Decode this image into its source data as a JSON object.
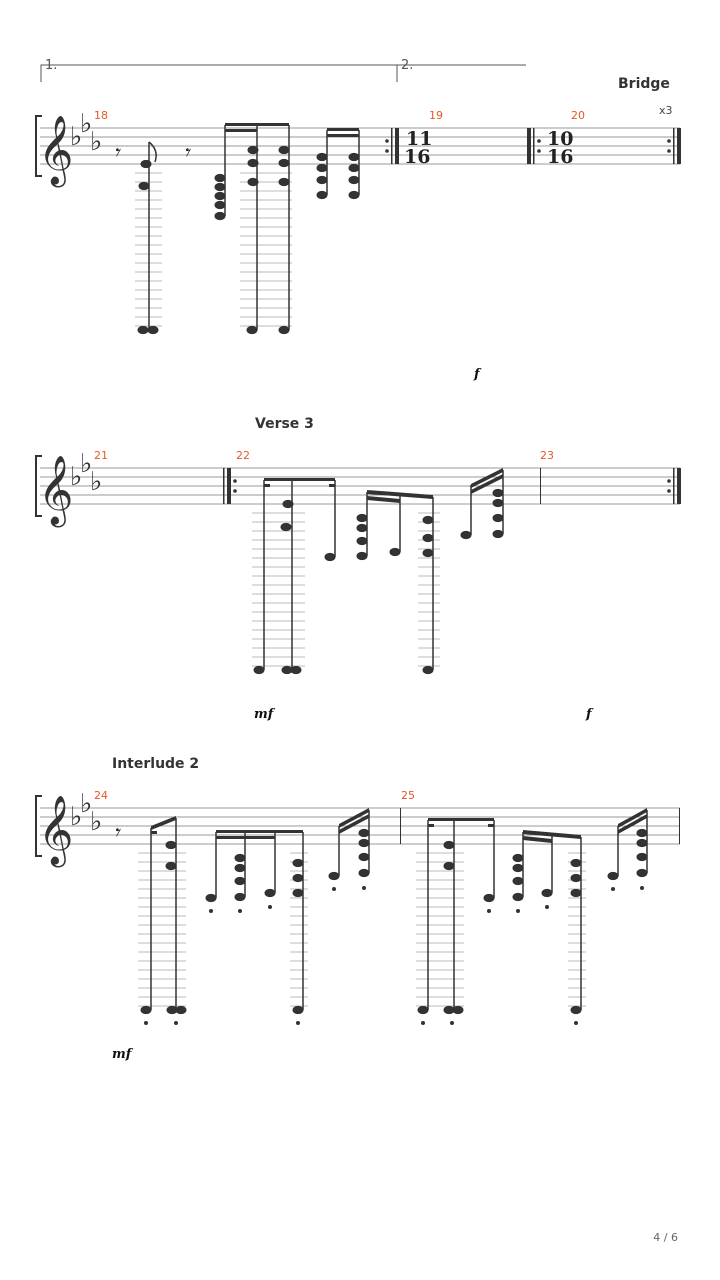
{
  "page": {
    "number": "4 / 6"
  },
  "clef": {
    "glyph": "𝄞",
    "flat_glyph": "♭"
  },
  "rest_glyph": "𝄾",
  "colors": {
    "bar_number": "#e8572a",
    "staff": "#999999",
    "note": "#333333"
  },
  "systems": [
    {
      "section_label": "Bridge",
      "volta": [
        "1.",
        "2."
      ],
      "repeat_count": "x3",
      "bars": [
        "18",
        "19",
        "20"
      ],
      "time_signatures": [
        {
          "top": "11",
          "bottom": "16"
        },
        {
          "top": "10",
          "bottom": "16"
        }
      ],
      "dynamics": [
        "f"
      ]
    },
    {
      "section_label": "Verse 3",
      "bars": [
        "21",
        "22",
        "23"
      ],
      "dynamics": [
        "mf",
        "f"
      ]
    },
    {
      "section_label": "Interlude 2",
      "bars": [
        "24",
        "25"
      ],
      "dynamics": [
        "mf"
      ]
    }
  ]
}
